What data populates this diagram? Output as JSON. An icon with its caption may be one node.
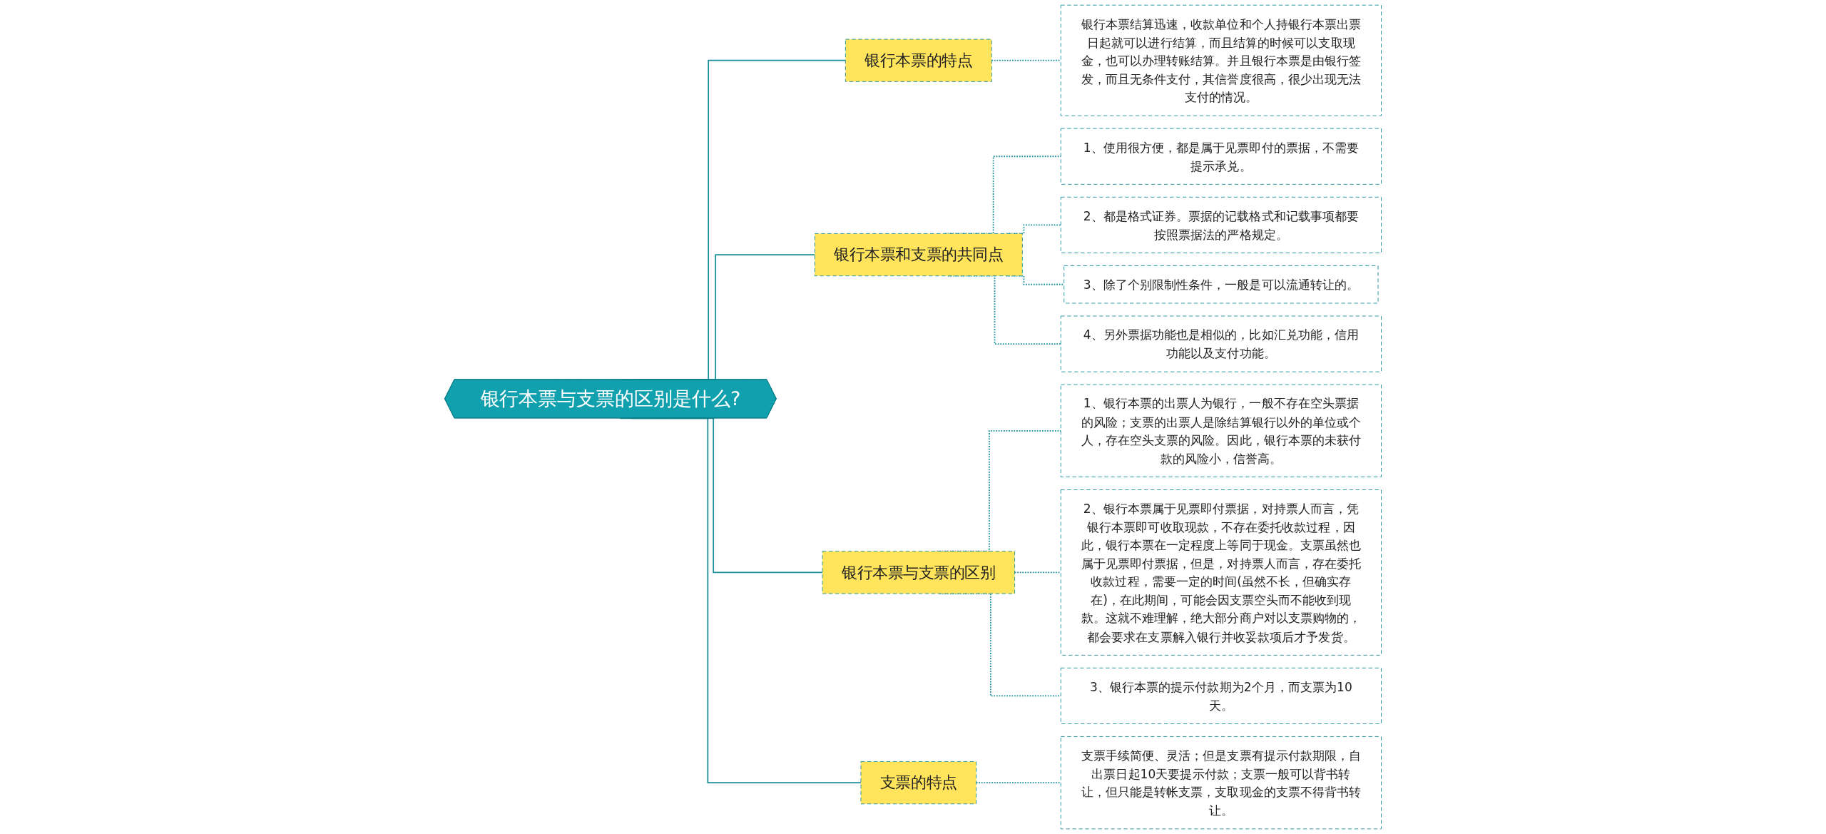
{
  "diagram": {
    "nodes": [
      {
        "text": [
          "银行本票与支票的区别是什么?"
        ]
      },
      {
        "text": [
          "银行本票的特点"
        ]
      },
      {
        "text": [
          "银行本票结算迅速，收款单位和个人持银行本票出票日起就可以进行结算，而且结算的时候可以支取现金，也可以办理转账结算。并且银行本票是由银行签发，而且无条件支付，其信誉度很高，很少出现无法支付的情况。"
        ]
      },
      {
        "text": [
          "银行本票和支票的共同点"
        ]
      },
      {
        "text": [
          "1、使用很方便，都是属于见票即付的票据，不需要提示承兑。"
        ]
      },
      {
        "text": [
          "2、都是格式证券。票据的记载格式和记载事项都要按照票据法的严格规定。"
        ]
      },
      {
        "text": [
          "3、除了个别限制性条件，一般是可以流通转让的。"
        ]
      },
      {
        "text": [
          "4、另外票据功能也是相似的，比如汇兑功能，信用功能以及支付功能。"
        ]
      },
      {
        "text": [
          "银行本票与支票的区别"
        ]
      },
      {
        "text": [
          "1、银行本票的出票人为银行，一般不存在空头票据的风险；支票的出票人是除结算银行以外的单位或个人，存在空头支票的风险。因此，银行本票的未获付款的风险小，信誉高。"
        ]
      },
      {
        "text": [
          "2、银行本票属于见票即付票据，对持票人而言，凭银行本票即可收取现款，不存在委托收款过程，因此，银行本票在一定程度上等同于现金。支票虽然也属于见票即付票据，但是，对持票人而言，存在委托收款过程，需要一定的时间(虽然不长，但确实存在)，在此期间，可能会因支票空头而不能收到现款。这就不难理解，绝大部分商户对以支票购物的，都会要求在支票解入银行并收妥款项后才予发货。"
        ]
      },
      {
        "text": [
          "3、银行本票的提示付款期为2个月，而支票为10天。"
        ]
      },
      {
        "text": [
          "支票的特点"
        ]
      },
      {
        "text": [
          "支票手续简便、灵活；但是支票有提示付款期限，自出票日起10天要提示付款；支票一般可以背书转让，但只能是转帐支票，支取现金的支票不得背书转让。"
        ]
      }
    ],
    "edges": [
      {
        "from": 0,
        "to": 1,
        "arrow": "none"
      },
      {
        "from": 1,
        "to": 2,
        "arrow": "none",
        "style": "dashed"
      },
      {
        "from": 0,
        "to": 3,
        "arrow": "none"
      },
      {
        "from": 3,
        "to": 4,
        "arrow": "none",
        "style": "dashed"
      },
      {
        "from": 3,
        "to": 5,
        "arrow": "none",
        "style": "dashed"
      },
      {
        "from": 3,
        "to": 6,
        "arrow": "none",
        "style": "dashed"
      },
      {
        "from": 3,
        "to": 7,
        "arrow": "none",
        "style": "dashed"
      },
      {
        "from": 0,
        "to": 8,
        "arrow": "none"
      },
      {
        "from": 8,
        "to": 9,
        "arrow": "none",
        "style": "dashed"
      },
      {
        "from": 8,
        "to": 10,
        "arrow": "none",
        "style": "dashed"
      },
      {
        "from": 8,
        "to": 11,
        "arrow": "none",
        "style": "dashed"
      },
      {
        "from": 0,
        "to": 12,
        "arrow": "none"
      },
      {
        "from": 12,
        "to": 13,
        "arrow": "none",
        "style": "dashed"
      }
    ]
  }
}
